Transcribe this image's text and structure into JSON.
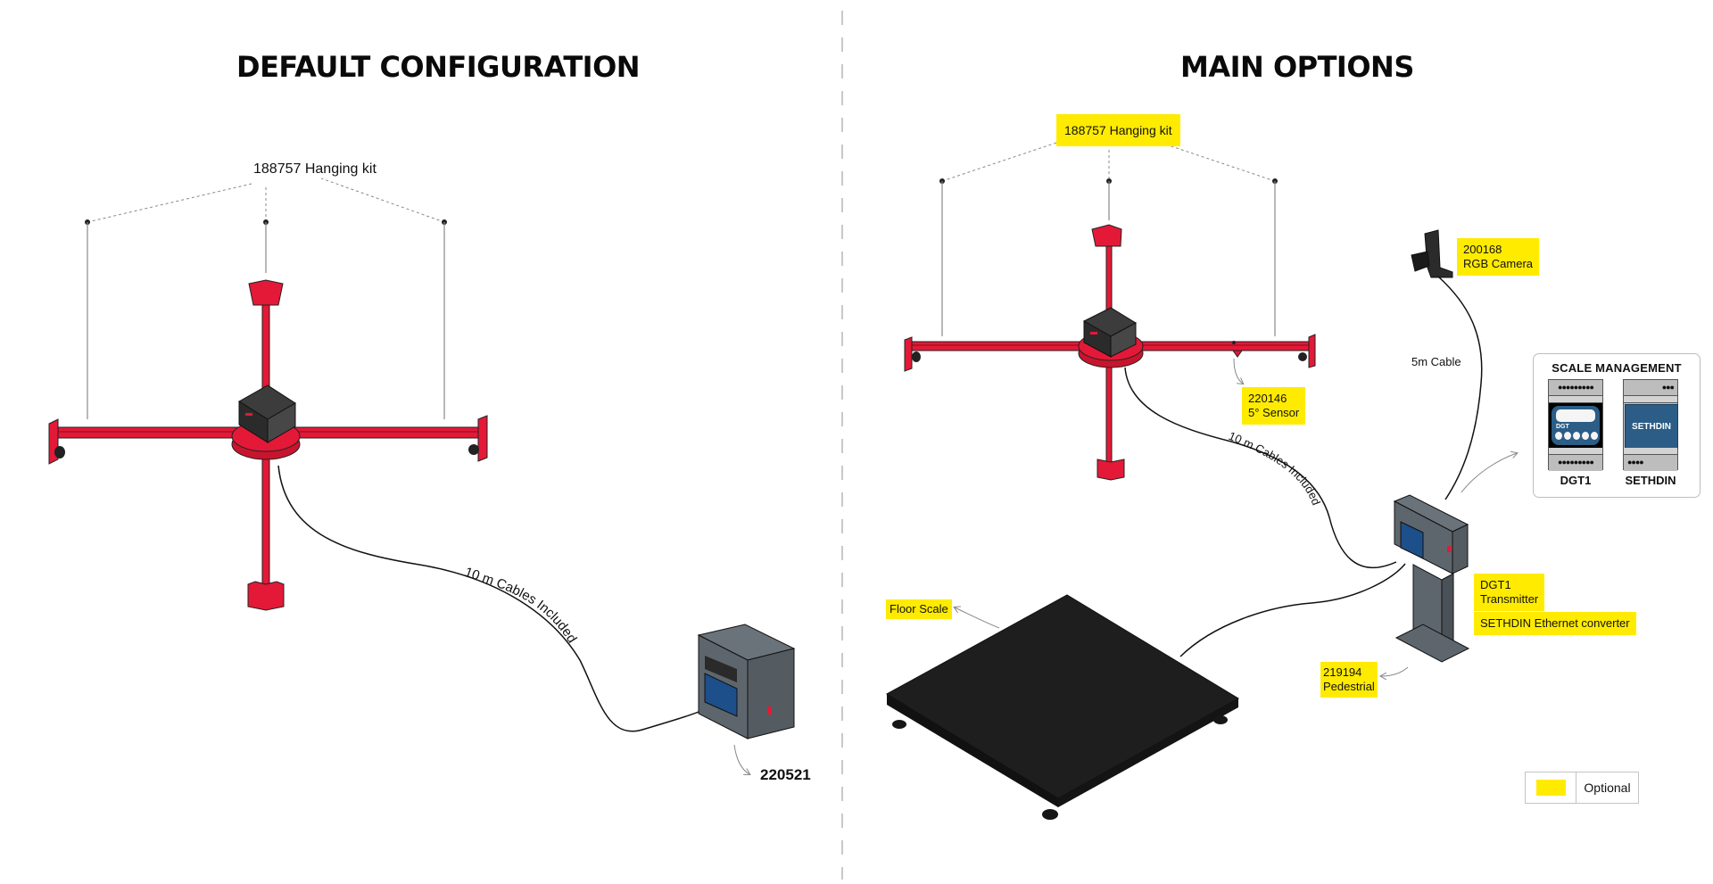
{
  "divider": {
    "style": "dashed",
    "color": "#b5b5b5"
  },
  "left_panel": {
    "title": "DEFAULT CONFIGURATION",
    "hanging_kit_label": "188757 Hanging kit",
    "cable_label": "10 m Cables Included",
    "controller_label": "220521"
  },
  "right_panel": {
    "title": "MAIN OPTIONS",
    "hanging_kit_label": "188757 Hanging kit",
    "camera": {
      "code": "200168",
      "name": "RGB Camera"
    },
    "sensor": {
      "code": "220146",
      "name": "5° Sensor"
    },
    "cable_label": "10 m Cables Included",
    "camera_cable_label": "5m Cable",
    "floor_scale_label": "Floor Scale",
    "transmitter": {
      "code": "DGT1",
      "name": "Transmitter"
    },
    "converter_label": "SETHDIN Ethernet converter",
    "pedestal": {
      "code": "219194",
      "name": "Pedestrial"
    },
    "scale_management": {
      "title": "SCALE MANAGEMENT",
      "modules": [
        {
          "caption": "DGT1",
          "screen_text": "DGT",
          "top_terminals": "●●●●●●●●●",
          "bottom_terminals": "●●●●●●●●●"
        },
        {
          "caption": "SETHDIN",
          "screen_text": "SETHDIN",
          "top_terminals": "●●●",
          "bottom_terminals": "●●●●"
        }
      ]
    }
  },
  "legend": {
    "label": "Optional",
    "swatch_color": "#ffeb00"
  },
  "colors": {
    "frame_red": "#e31937",
    "device_dark": "#2d2d2d",
    "cabinet_gray": "#5e666d",
    "highlight_yellow": "#ffeb00",
    "module_blue": "#2b5d86"
  }
}
